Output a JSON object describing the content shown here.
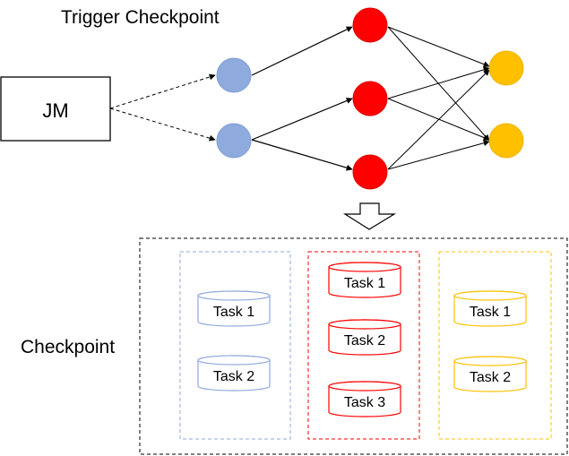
{
  "trigger_label": "Trigger Checkpoint",
  "jm_label": "JM",
  "checkpoint_label": "Checkpoint",
  "colors": {
    "blue": "#8faadc",
    "blue_stroke": "#7f9fd6",
    "red": "#ff0000",
    "red_stroke": "#e00000",
    "yellow": "#ffc000",
    "yellow_stroke": "#f0b400"
  },
  "groups": [
    {
      "color": "blue",
      "tasks": [
        "Task 1",
        "Task 2"
      ]
    },
    {
      "color": "red",
      "tasks": [
        "Task 1",
        "Task 2",
        "Task 3"
      ]
    },
    {
      "color": "yellow",
      "tasks": [
        "Task 1",
        "Task 2"
      ]
    }
  ]
}
